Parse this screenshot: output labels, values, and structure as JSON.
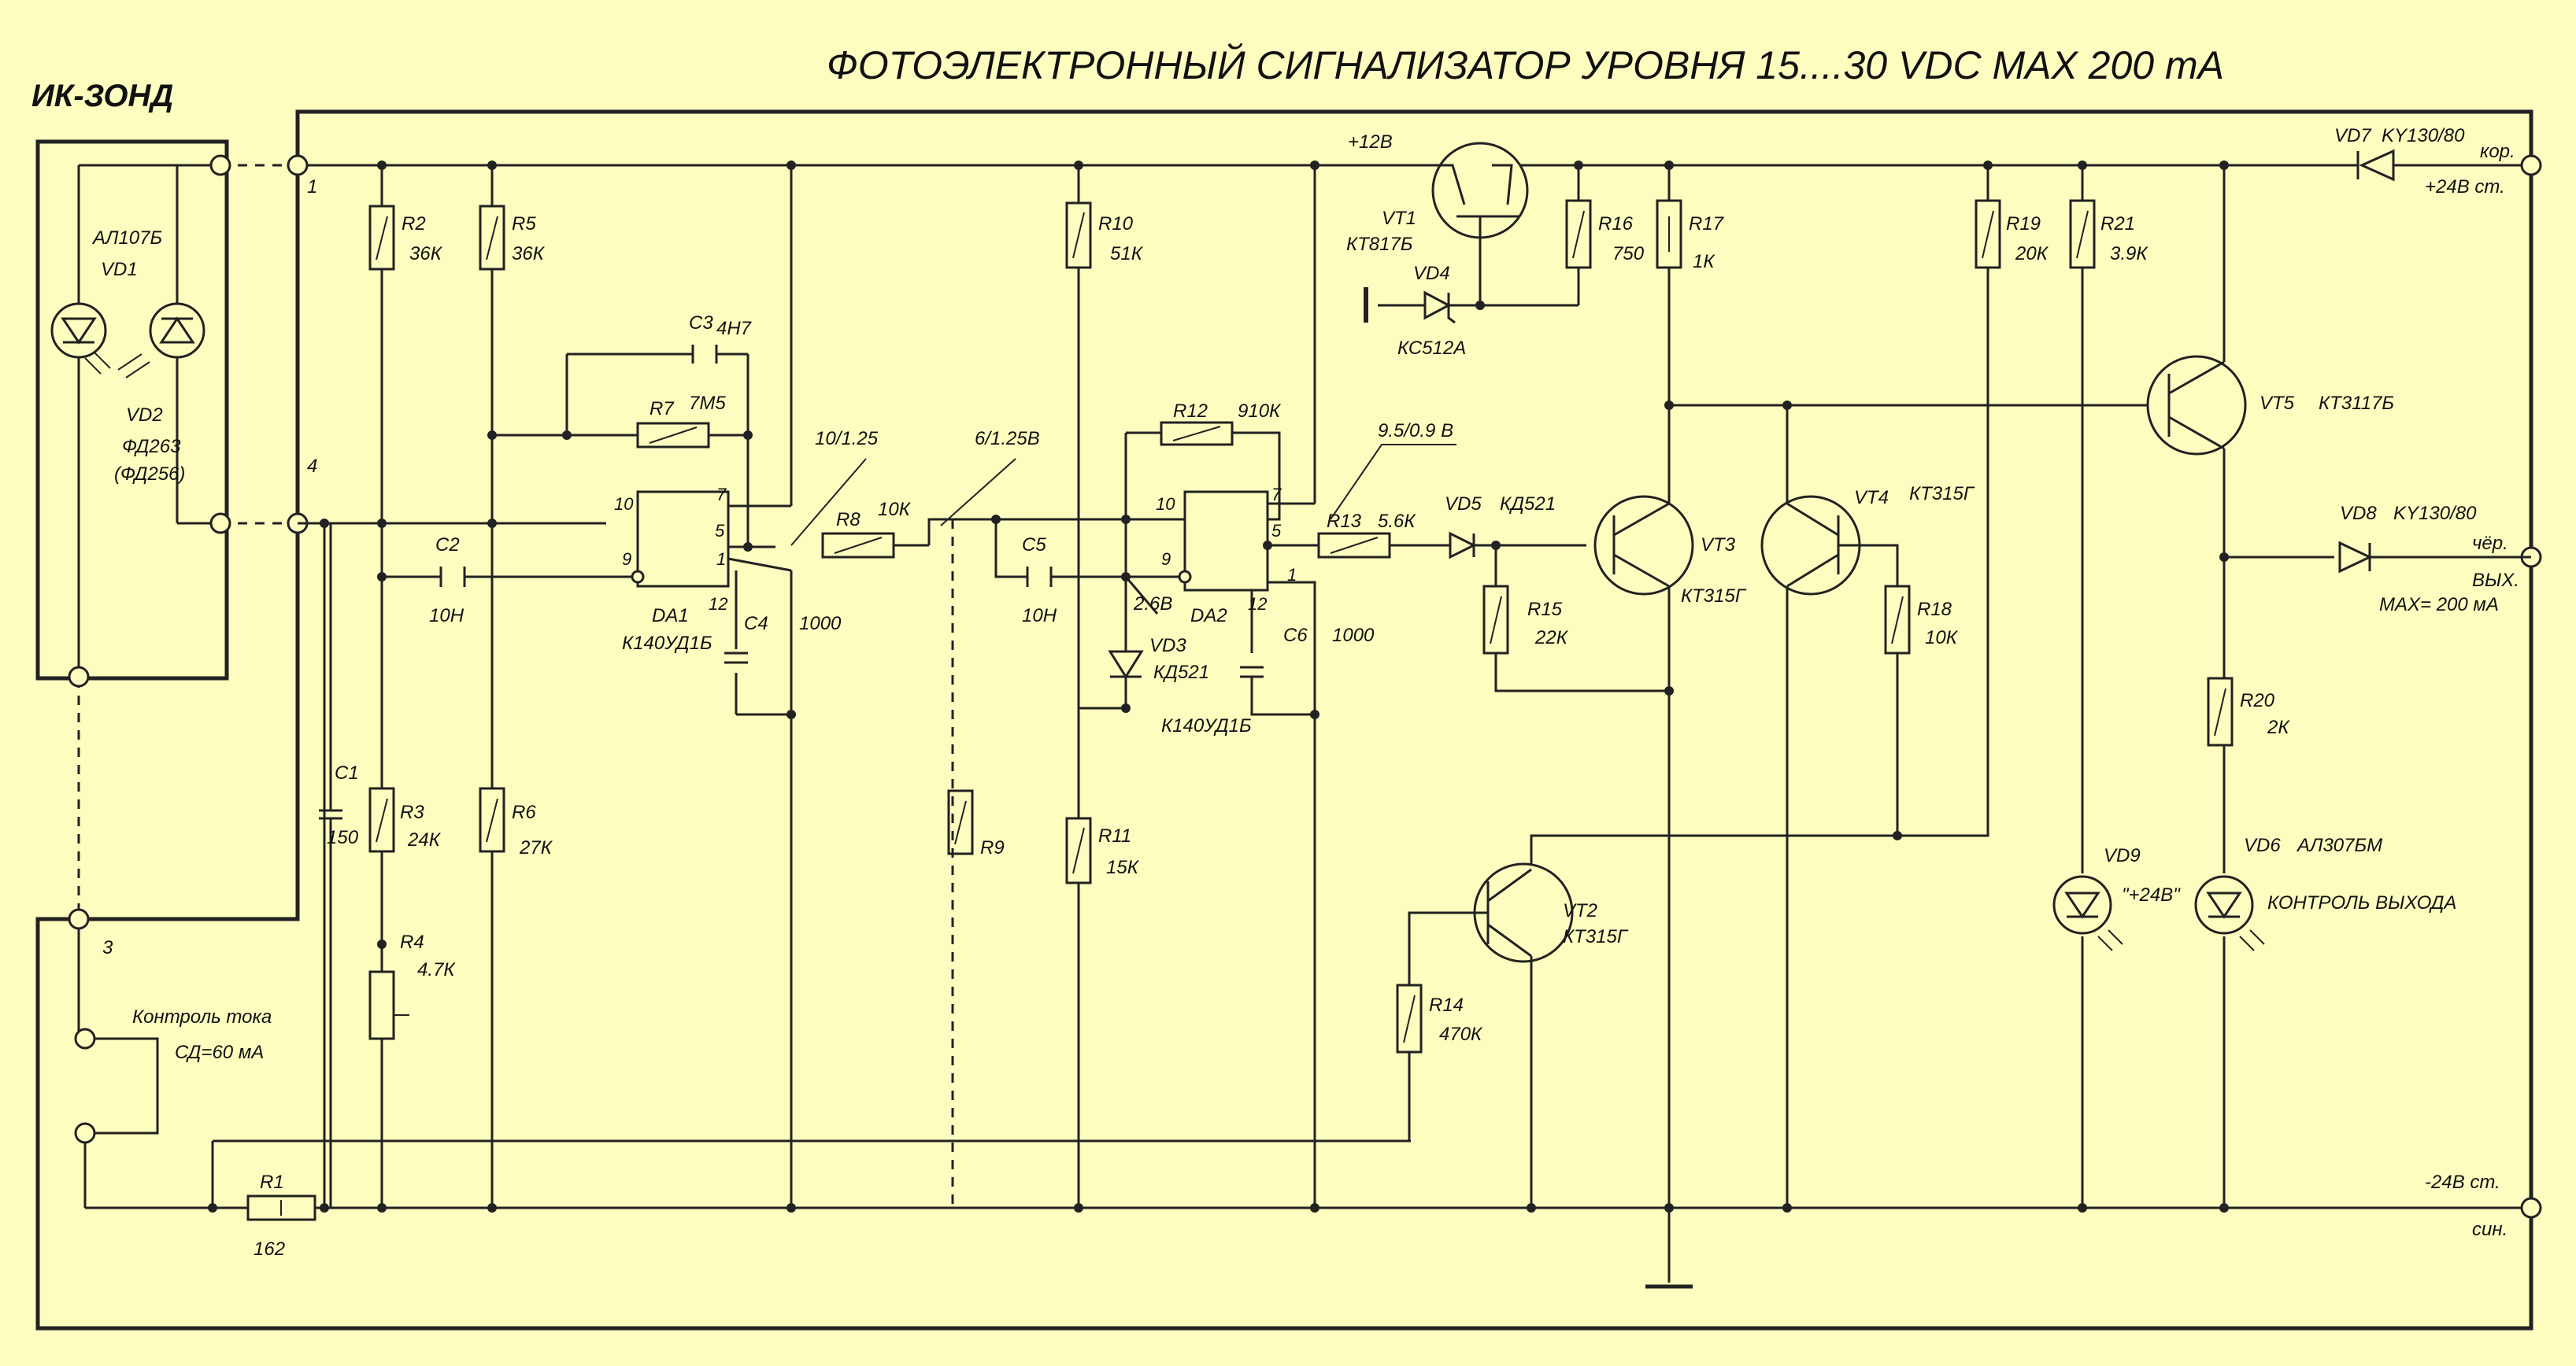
{
  "title": "ФОТОЭЛЕКТРОННЫЙ СИГНАЛИЗАТОР УРОВНЯ   15....30 VDC  MAX 200 mA",
  "probe_title": "ИК-ЗОНД",
  "terminals": {
    "t1": "1",
    "t4": "4",
    "t3": "3"
  },
  "current_check": {
    "line1": "Контроль тока",
    "line2": "СД=60 мА"
  },
  "rails": {
    "v12": "+12В",
    "v24p": "+24В ст.",
    "v24n": "-24В ст.",
    "kor": "кор.",
    "cher": "чёр.",
    "vyh": "ВЫХ.",
    "max": "MAX= 200 мА",
    "sin": "син."
  },
  "nodes": {
    "n1": "10/1.25",
    "n2": "6/1.25В",
    "n3": "9.5/0.9 В",
    "n4": "2.6В"
  },
  "components": {
    "VD1": {
      "ref": "VD1",
      "value": "АЛ107Б"
    },
    "VD2": {
      "ref": "VD2",
      "value": "ФД263",
      "alt": "(ФД256)"
    },
    "R1": {
      "ref": "R1",
      "value": "162"
    },
    "R2": {
      "ref": "R2",
      "value": "36К"
    },
    "R3": {
      "ref": "R3",
      "value": "24К"
    },
    "R4": {
      "ref": "R4",
      "value": "4.7К"
    },
    "R5": {
      "ref": "R5",
      "value": "36К"
    },
    "R6": {
      "ref": "R6",
      "value": "27К"
    },
    "R7": {
      "ref": "R7",
      "value": "7М5"
    },
    "R8": {
      "ref": "R8",
      "value": "10К"
    },
    "R9": {
      "ref": "R9",
      "value": ""
    },
    "R10": {
      "ref": "R10",
      "value": "51К"
    },
    "R11": {
      "ref": "R11",
      "value": "15К"
    },
    "R12": {
      "ref": "R12",
      "value": "910К"
    },
    "R13": {
      "ref": "R13",
      "value": "5.6К"
    },
    "R14": {
      "ref": "R14",
      "value": "470К"
    },
    "R15": {
      "ref": "R15",
      "value": "22К"
    },
    "R16": {
      "ref": "R16",
      "value": "750"
    },
    "R17": {
      "ref": "R17",
      "value": "1К"
    },
    "R18": {
      "ref": "R18",
      "value": "10К"
    },
    "R19": {
      "ref": "R19",
      "value": "20К"
    },
    "R20": {
      "ref": "R20",
      "value": "2К"
    },
    "R21": {
      "ref": "R21",
      "value": "3.9К"
    },
    "C1": {
      "ref": "C1",
      "value": "150"
    },
    "C2": {
      "ref": "C2",
      "value": "10Н"
    },
    "C3": {
      "ref": "C3",
      "value": "4Н7"
    },
    "C4": {
      "ref": "C4",
      "value": "1000"
    },
    "C5": {
      "ref": "C5",
      "value": "10Н"
    },
    "C6": {
      "ref": "C6",
      "value": "1000"
    },
    "DA1": {
      "ref": "DA1",
      "value": "К140УД1Б"
    },
    "DA2": {
      "ref": "DA2",
      "value": "К140УД1Б"
    },
    "VD3": {
      "ref": "VD3",
      "value": "КД521"
    },
    "VD4": {
      "ref": "VD4",
      "value": "КС512А"
    },
    "VD5": {
      "ref": "VD5",
      "value": "КД521"
    },
    "VD6": {
      "ref": "VD6",
      "value": "АЛ307БМ",
      "label": "КОНТРОЛЬ ВЫХОДА"
    },
    "VD7": {
      "ref": "VD7",
      "value": "KY130/80"
    },
    "VD8": {
      "ref": "VD8",
      "value": "KY130/80"
    },
    "VD9": {
      "ref": "VD9",
      "label": "\"+24В\""
    },
    "VT1": {
      "ref": "VT1",
      "value": "КТ817Б"
    },
    "VT2": {
      "ref": "VT2",
      "value": "КТ315Г"
    },
    "VT3": {
      "ref": "VT3",
      "value": "КТ315Г"
    },
    "VT4": {
      "ref": "VT4",
      "value": "КТ315Г"
    },
    "VT5": {
      "ref": "VT5",
      "value": "КТ3117Б"
    }
  },
  "opamp_pins": {
    "p10": "10",
    "p9": "9",
    "p7": "7",
    "p5": "5",
    "p1": "1",
    "p12": "12"
  }
}
